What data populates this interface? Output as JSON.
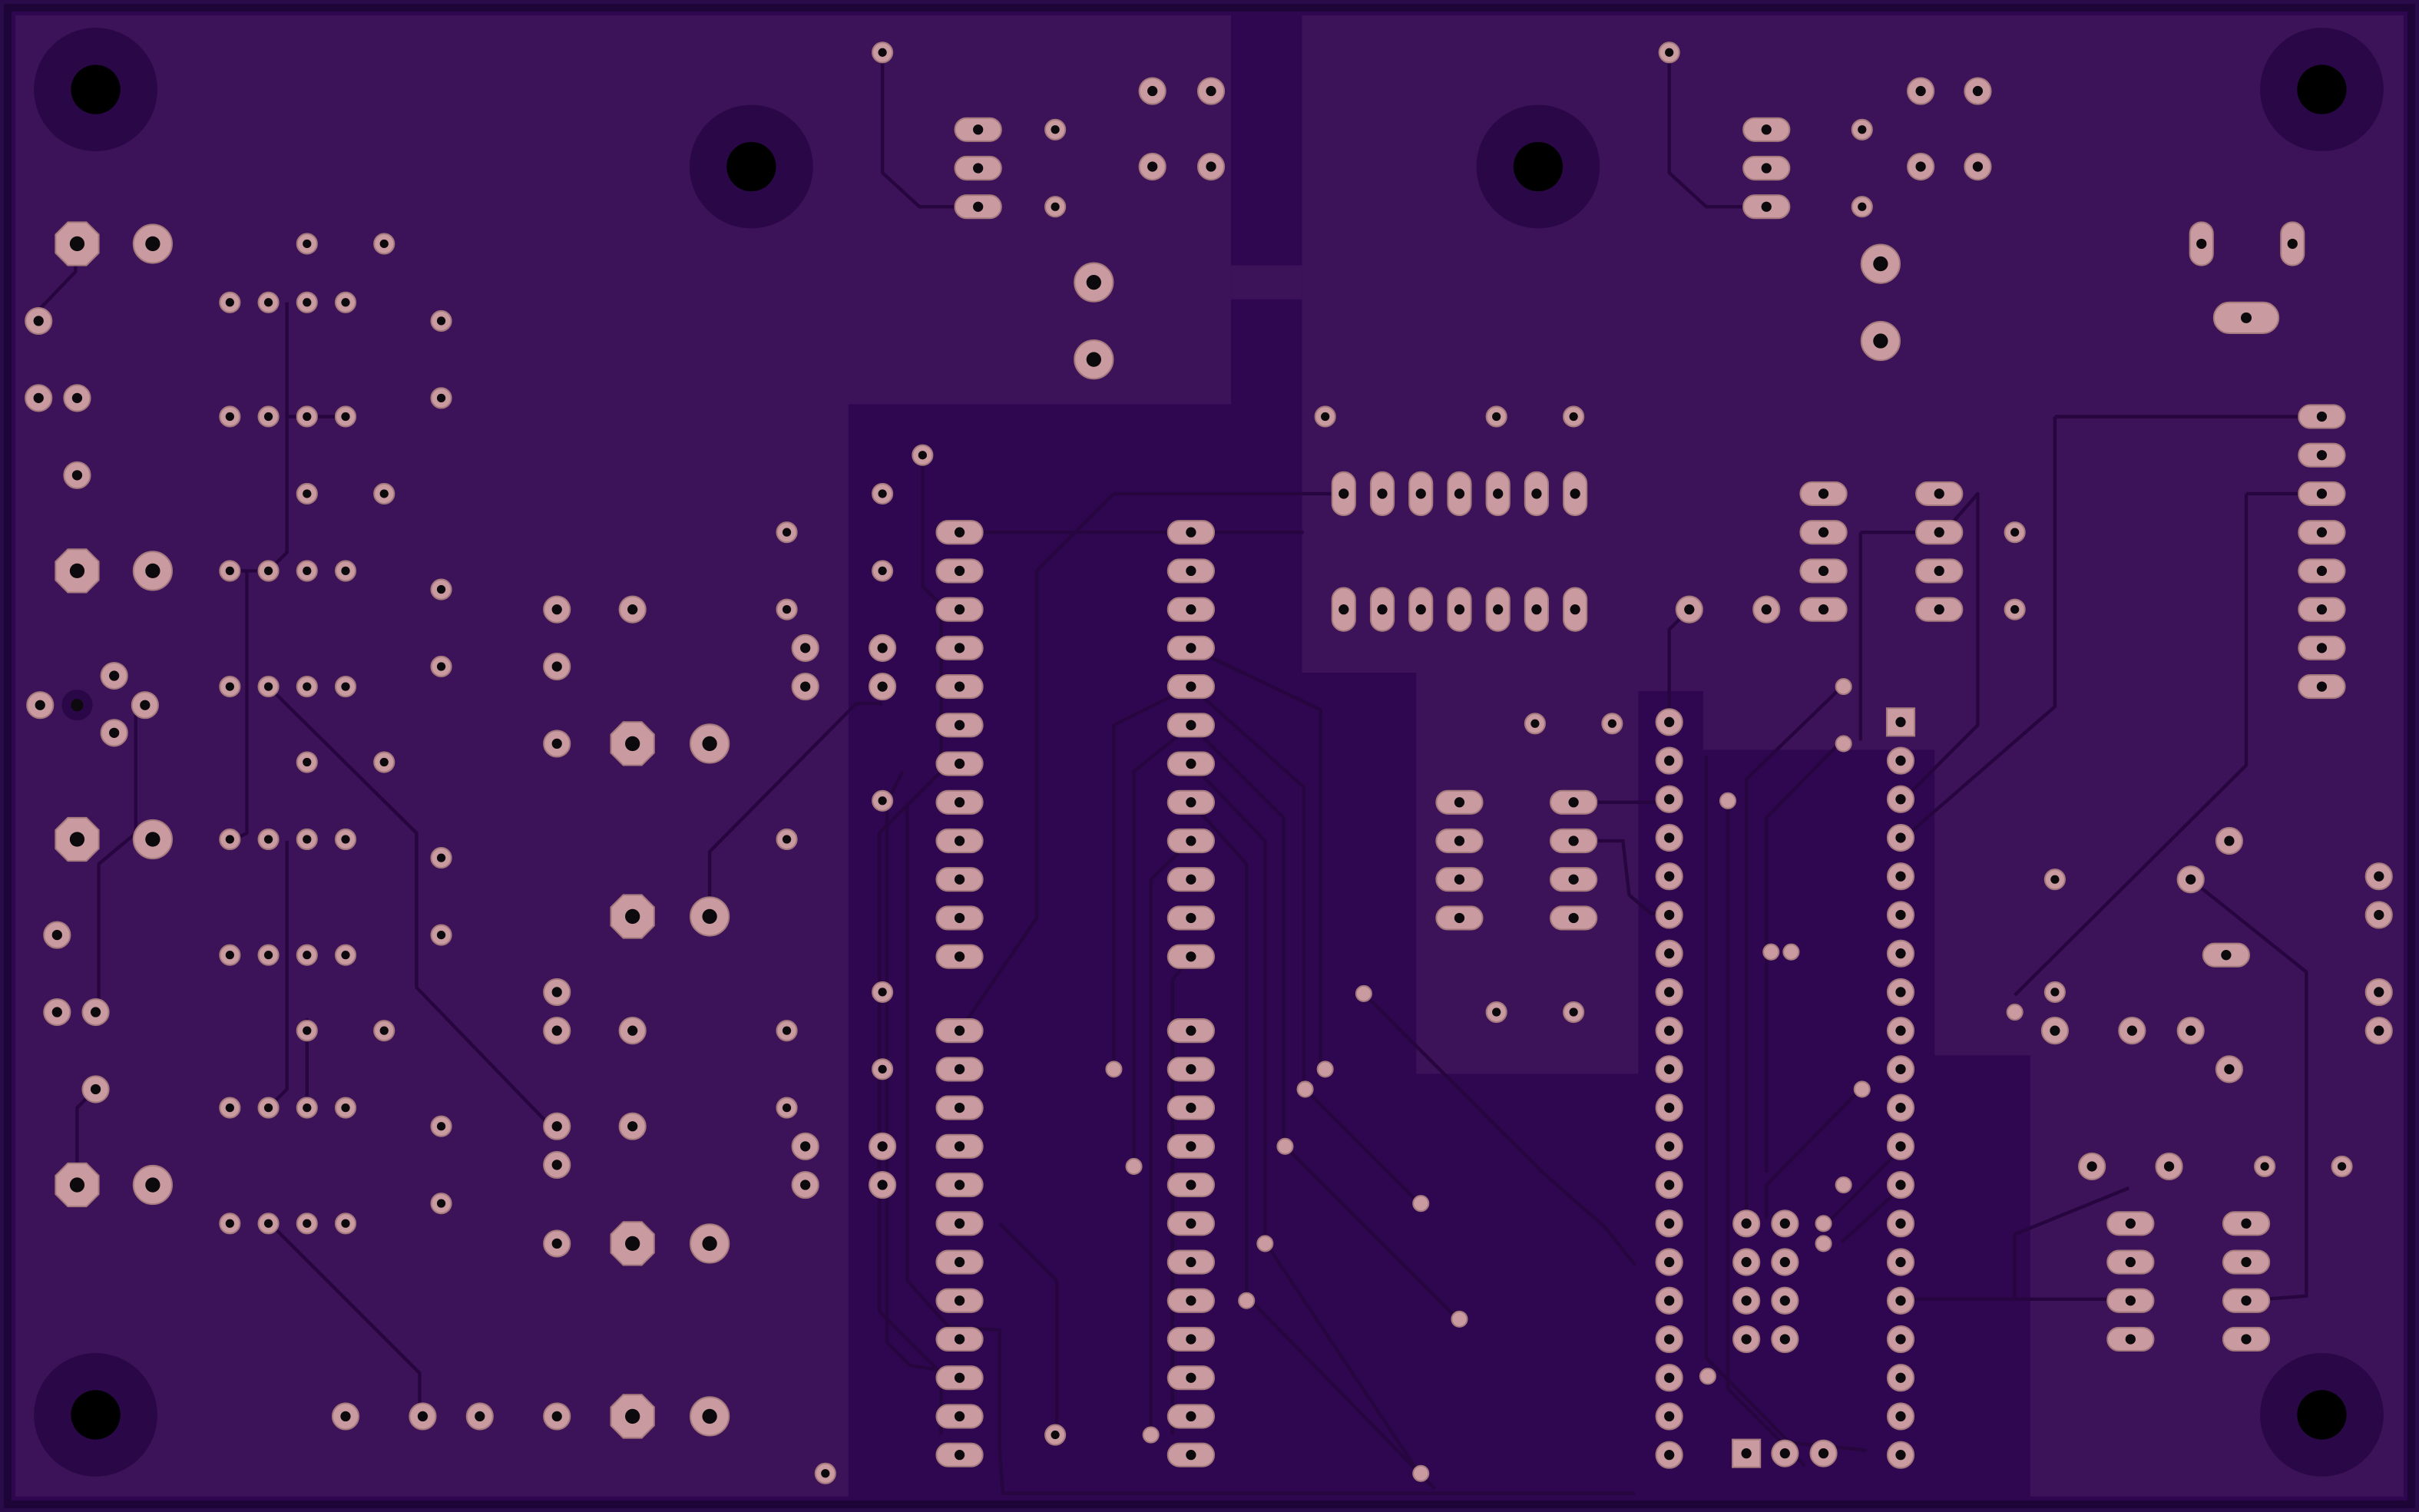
{
  "board": {
    "title": "",
    "colors": {
      "background": "#2a0b4a",
      "substrate": "#33074f",
      "pour": "#3c1259",
      "pour_dark": "#2e0750",
      "outline": "#1e0538",
      "trace": "#27063f",
      "pad": "#c99aa0",
      "pad_edge": "#a47a7c",
      "drill": "#0d0a0d",
      "mount_ring": "#2a0746",
      "mount_hole": "#000000"
    },
    "components": {
      "mounting_holes": 6,
      "dip_ics": 9,
      "header_strips": 4,
      "discrete_vias": 120
    }
  }
}
